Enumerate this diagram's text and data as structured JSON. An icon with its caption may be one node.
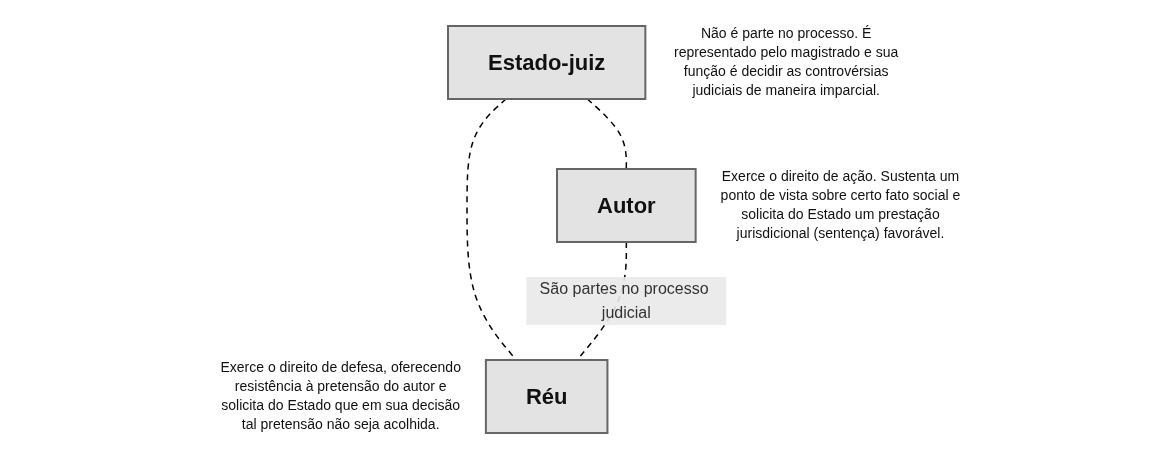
{
  "diagram": {
    "nodes": [
      {
        "text": [
          "Estado-juiz"
        ],
        "beside": [
          "Não é parte no processo. É representado pelo magistrado e sua função é decidir as controvérsias judiciais de maneira imparcial."
        ]
      },
      {
        "text": [
          "Autor"
        ],
        "beside": [
          "Exerce o direito de ação. Sustenta um ponto de vista sobre certo fato social e solicita do Estado um prestação jurisdicional (sentença) favorável."
        ]
      },
      {
        "text": [
          "Réu"
        ],
        "beside": [
          "Exerce o direito de defesa, oferecendo resistência à pretensão do autor e solicita do Estado que em sua decisão tal pretensão não seja acolhida."
        ]
      }
    ],
    "edges": [
      {
        "from": 0,
        "to": 1,
        "arrow": "none",
        "style": "dashed"
      },
      {
        "from": 0,
        "to": 2,
        "arrow": "none",
        "style": "dashed"
      },
      {
        "from": 1,
        "to": 2,
        "arrow": "none",
        "style": "dashed",
        "label": "São partes no processo judicial"
      }
    ]
  }
}
